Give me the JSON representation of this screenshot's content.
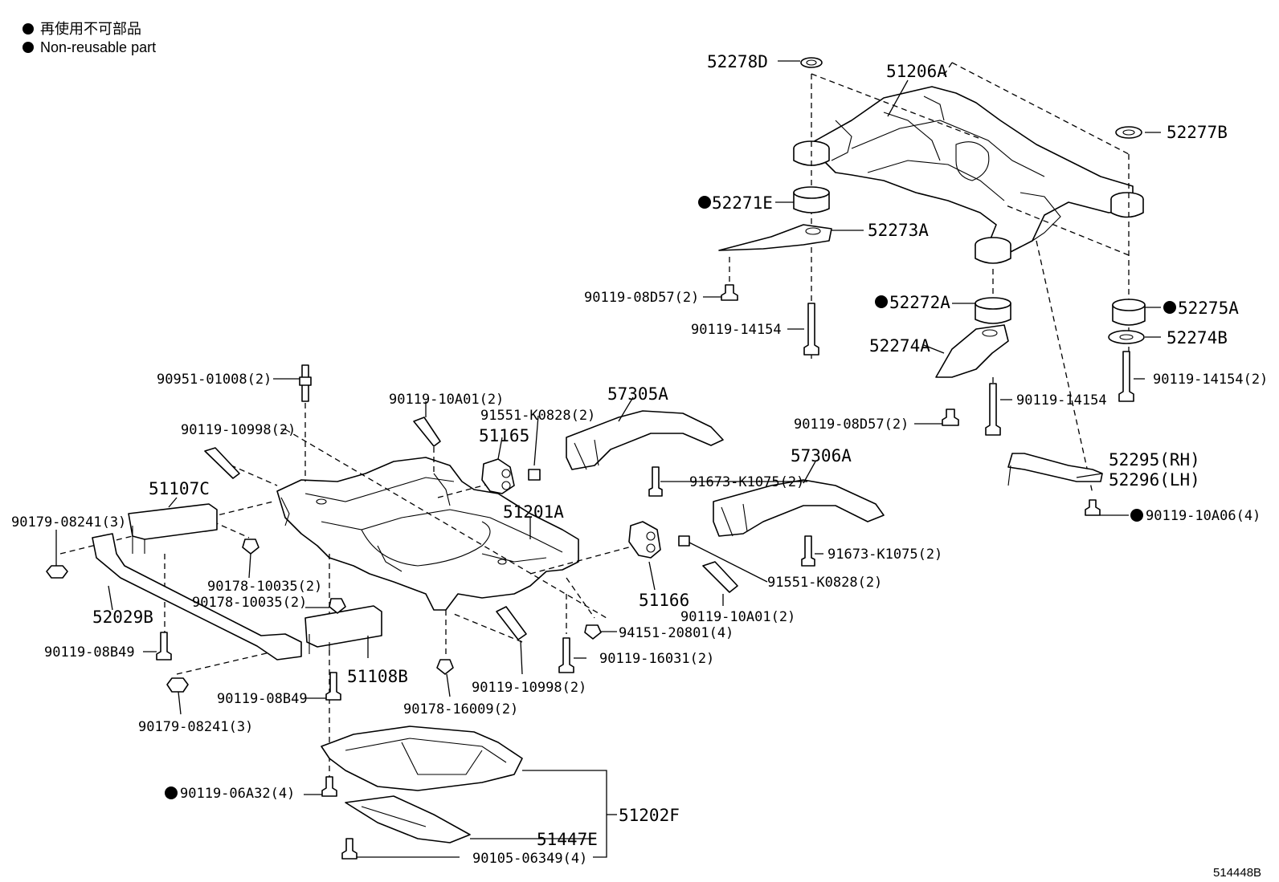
{
  "legend": {
    "line1": "再使用不可部品",
    "line2": "Non-reusable part"
  },
  "figure_ref": "514448B",
  "labels": {
    "p52278D": "52278D",
    "p51206A": "51206A",
    "p52277B": "52277B",
    "p52271E": "52271E",
    "p52273A": "52273A",
    "p90119_08D57_a": "90119-08D57(2)",
    "p52272A": "52272A",
    "p52275A": "52275A",
    "p90119_14154_a": "90119-14154",
    "p52274A": "52274A",
    "p52274B": "52274B",
    "p90951_01008": "90951-01008(2)",
    "p90119_14154_b": "90119-14154(2)",
    "p90119_10A01_a": "90119-10A01(2)",
    "p57305A": "57305A",
    "p90119_14154_c": "90119-14154",
    "p91551_K0828_a": "91551-K0828(2)",
    "p90119_08D57_b": "90119-08D57(2)",
    "p90119_10998_a": "90119-10998(2)",
    "p51165": "51165",
    "p57306A": "57306A",
    "p52295": "52295(RH)",
    "p52296": "52296(LH)",
    "p51107C": "51107C",
    "p91673_K1075_a": "91673-K1075(2)",
    "p90179_08241_a": "90179-08241(3)",
    "p51201A": "51201A",
    "p90119_10A06": "90119-10A06(4)",
    "p91673_K1075_b": "91673-K1075(2)",
    "p90178_10035_a": "90178-10035(2)",
    "p91551_K0828_b": "91551-K0828(2)",
    "p90178_10035_b": "90178-10035(2)",
    "p51166": "51166",
    "p52029B": "52029B",
    "p90119_10A01_b": "90119-10A01(2)",
    "p94151_20801": "94151-20801(4)",
    "p90119_08B49_a": "90119-08B49",
    "p90119_16031": "90119-16031(2)",
    "p51108B": "51108B",
    "p90119_10998_b": "90119-10998(2)",
    "p90119_08B49_b": "90119-08B49",
    "p90178_16009": "90178-16009(2)",
    "p90179_08241_b": "90179-08241(3)",
    "p90119_06A32": "90119-06A32(4)",
    "p51202F": "51202F",
    "p51447E": "51447E",
    "p90105_06349": "90105-06349(4)"
  }
}
